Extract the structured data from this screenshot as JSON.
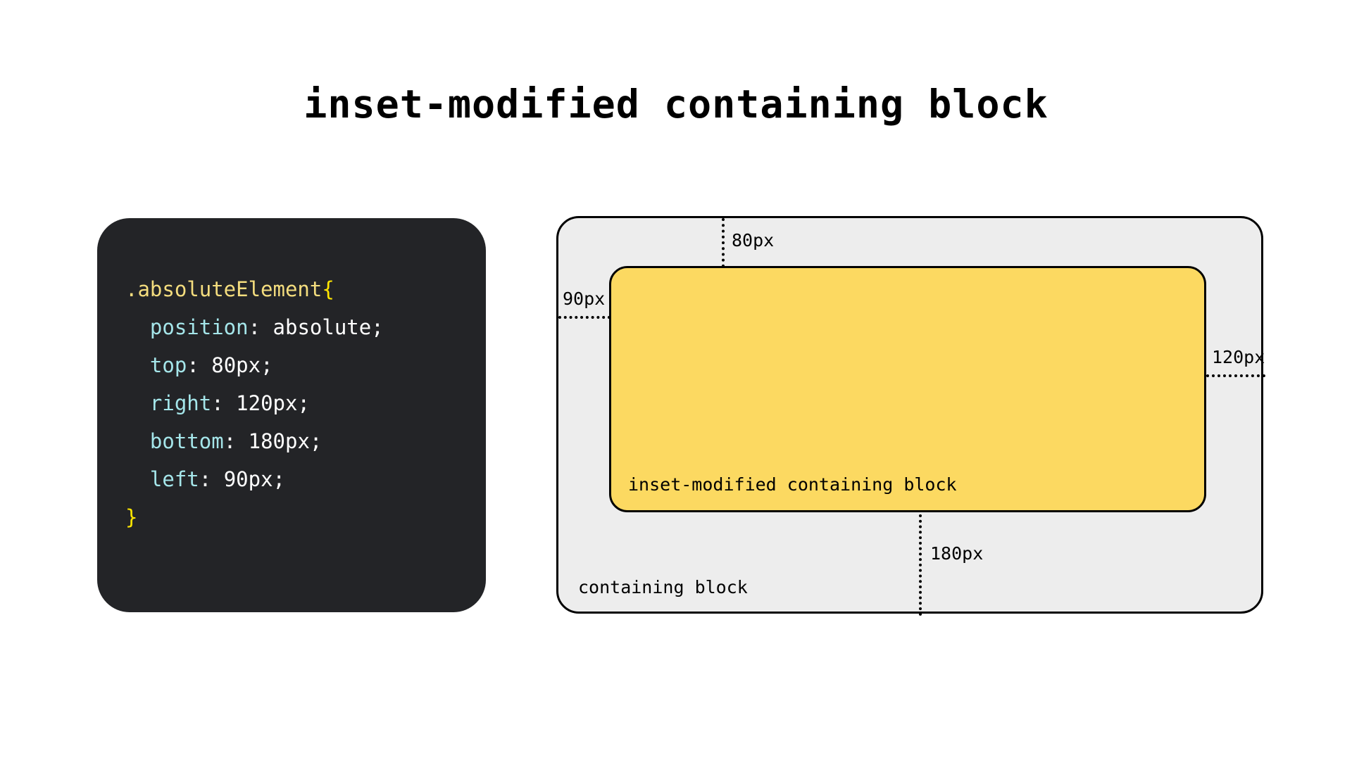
{
  "page": {
    "title": "inset-modified containing block",
    "background": "#ffffff"
  },
  "code_panel": {
    "background": "#232427",
    "selector_color": "#f4dd7e",
    "brace_color": "#ffe600",
    "property_color": "#a5e6ea",
    "value_color": "#ffffff",
    "selector": ".absoluteElement",
    "open_brace": "{",
    "close_brace": "}",
    "declarations": [
      {
        "property": "position",
        "separator": ": ",
        "value": "absolute;"
      },
      {
        "property": "top",
        "separator": ": ",
        "value": "80px;"
      },
      {
        "property": "right",
        "separator": ": ",
        "value": "120px;"
      },
      {
        "property": "bottom",
        "separator": ": ",
        "value": "180px;"
      },
      {
        "property": "left",
        "separator": ": ",
        "value": "90px;"
      }
    ]
  },
  "diagram": {
    "containing_block": {
      "label": "containing block",
      "fill": "#ededed",
      "stroke": "#000000"
    },
    "inset_modified_containing_block": {
      "label": "inset-modified containing block",
      "fill": "#fcd961",
      "stroke": "#000000"
    },
    "guides": [
      {
        "name": "top",
        "label": "80px",
        "edge": "top"
      },
      {
        "name": "left",
        "label": "90px",
        "edge": "left"
      },
      {
        "name": "right",
        "label": "120px",
        "edge": "right"
      },
      {
        "name": "bottom",
        "label": "180px",
        "edge": "bottom"
      }
    ]
  }
}
